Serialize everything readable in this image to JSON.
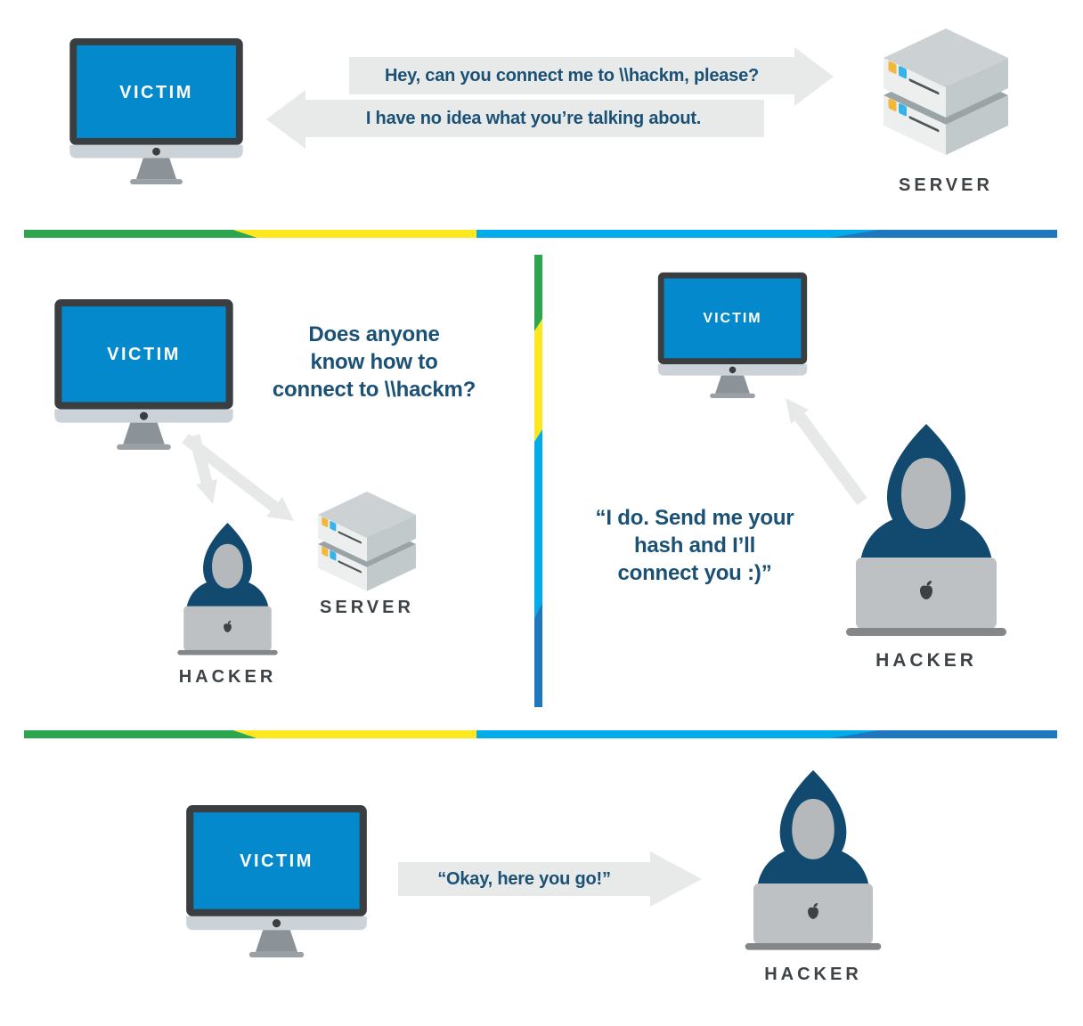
{
  "top": {
    "victim_label": "VICTIM",
    "server_label": "SERVER",
    "request_message": "Hey, can you connect me to \\\\hackm, please?",
    "reply_message": "I have no idea what you’re talking about."
  },
  "middle_left": {
    "victim_label": "VICTIM",
    "hacker_label": "HACKER",
    "server_label": "SERVER",
    "broadcast_message": "Does anyone\nknow how to\nconnect to \\\\hackm?"
  },
  "middle_right": {
    "victim_label": "VICTIM",
    "hacker_label": "HACKER",
    "hacker_message": "“I do. Send me your\nhash and I’ll\nconnect you :)”"
  },
  "bottom": {
    "victim_label": "VICTIM",
    "hacker_label": "HACKER",
    "victim_message": "“Okay, here you go!”"
  },
  "colors": {
    "screen_blue": "#0489cd",
    "monitor_frame": "#3b3e40",
    "hood_navy": "#114a6e",
    "text_navy": "#1a5175",
    "arrow_gray": "#e8e9e9",
    "label_gray": "#3e4347",
    "divider_green": "#2ba64e",
    "divider_yellow": "#fde71f",
    "divider_light_blue": "#00acea",
    "divider_dark_blue": "#1e78bf",
    "led_yellow": "#f3b73a",
    "led_blue": "#36b3e8"
  }
}
